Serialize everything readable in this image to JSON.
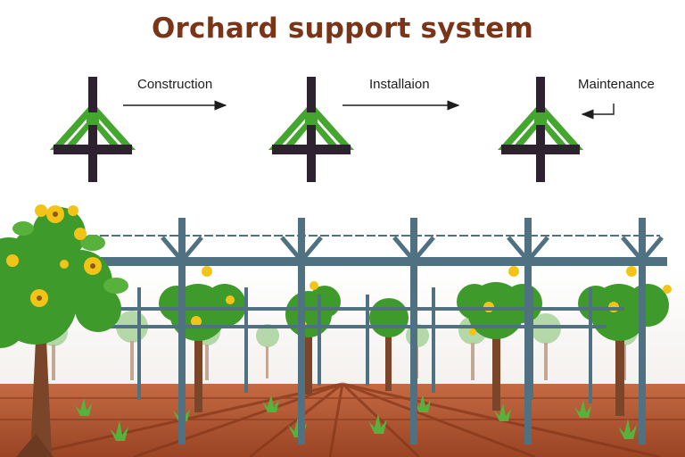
{
  "title": "Orchard support system",
  "steps": [
    {
      "label": "Construction",
      "arrow": "right-arrow"
    },
    {
      "label": "Installaion",
      "arrow": "right-arrow"
    },
    {
      "label": "Maintenance",
      "arrow": "return-arrow"
    }
  ],
  "colors": {
    "title": "#7a3418",
    "frame_green": "#44a52f",
    "frame_dark": "#2e2230",
    "trellis_steel": "#4f7182",
    "soil": "#a9502c",
    "foliage": "#3f9a2c",
    "flower": "#f2c418"
  }
}
